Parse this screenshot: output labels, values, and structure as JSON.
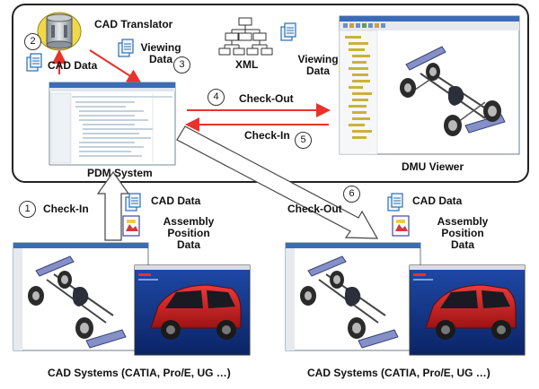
{
  "server": {
    "translator_label": "CAD Translator",
    "cad_data_label": "CAD Data",
    "viewing_data_label": "Viewing Data",
    "xml_label": "XML",
    "xml_viewing_data_label": "Viewing Data",
    "pdm_label": "PDM System",
    "dmu_label": "DMU Viewer",
    "checkout_label": "Check-Out",
    "checkin_label": "Check-In"
  },
  "steps": {
    "s1": "1",
    "s2": "2",
    "s3": "3",
    "s4": "4",
    "s5": "5",
    "s6": "6"
  },
  "left_flow": {
    "checkin_label": "Check-In",
    "cad_data_label": "CAD Data",
    "assembly_label": "Assembly Position Data",
    "cad_systems_label": "CAD Systems (CATIA, Pro/E, UG …)"
  },
  "right_flow": {
    "checkout_label": "Check-Out",
    "cad_data_label": "CAD Data",
    "assembly_label": "Assembly Position Data",
    "cad_systems_label": "CAD Systems (CATIA, Pro/E, UG …)"
  },
  "colors": {
    "arrow_red": "#e8322a",
    "car_red": "#c81e1e",
    "screen_blue": "#1a3d8f",
    "panel_border": "#222222"
  }
}
